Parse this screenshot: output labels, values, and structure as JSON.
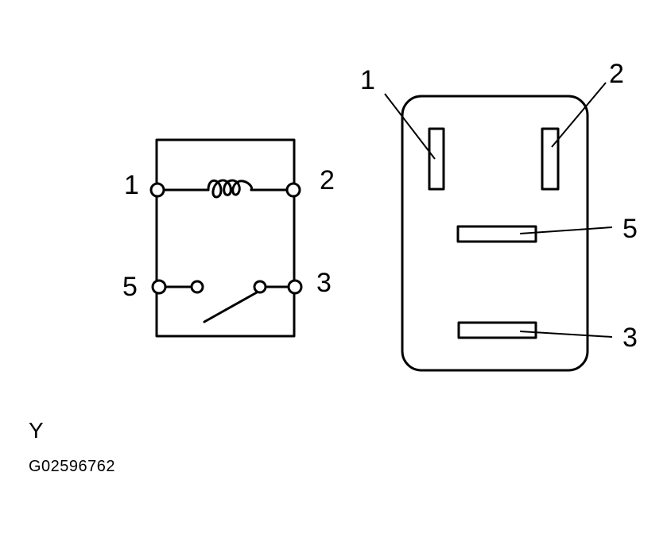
{
  "schematic": {
    "terminals": {
      "t1": "1",
      "t2": "2",
      "t5": "5",
      "t3": "3"
    }
  },
  "connector": {
    "terminals": {
      "t1": "1",
      "t2": "2",
      "t5": "5",
      "t3": "3"
    }
  },
  "captions": {
    "view_letter": "Y",
    "figure_code": "G02596762"
  }
}
